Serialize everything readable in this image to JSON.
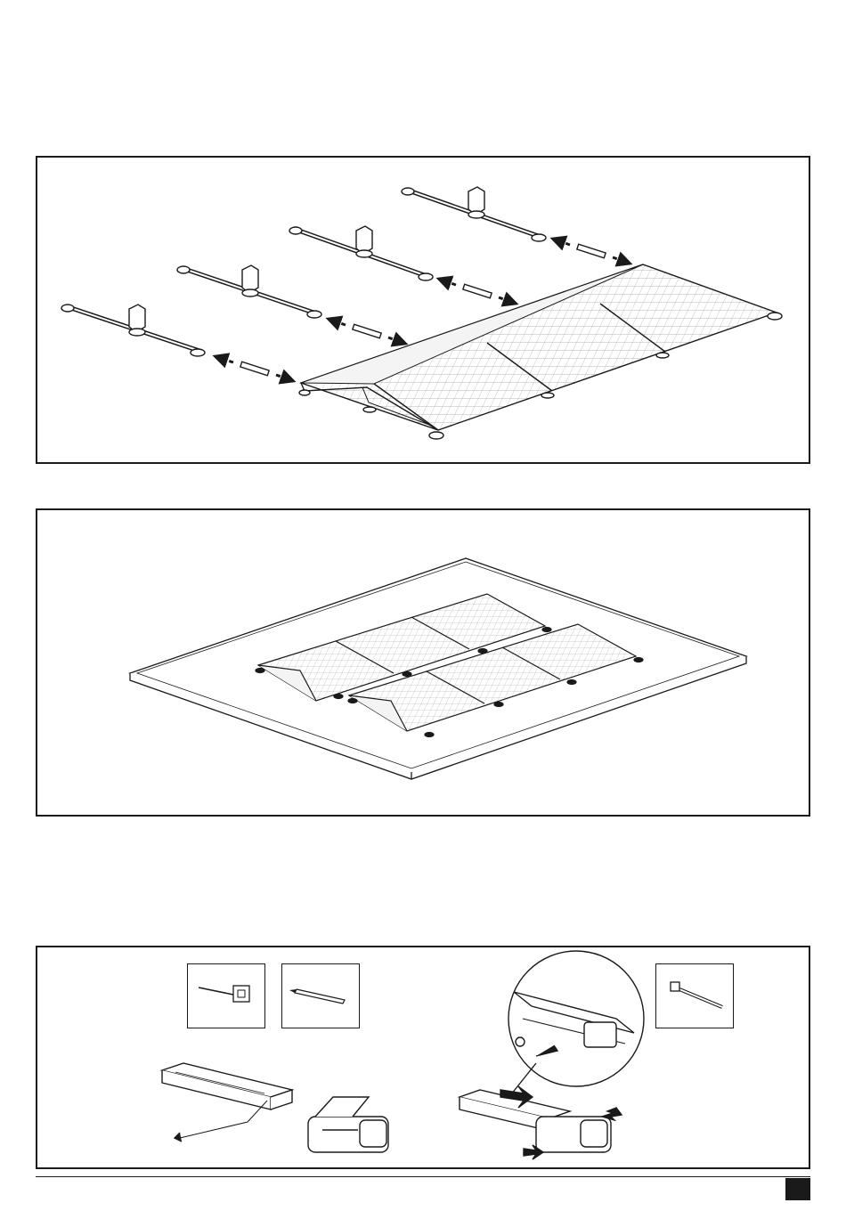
{
  "document": {
    "type": "assembly-instructions",
    "figures": [
      {
        "id": "ballast-rail-assembly",
        "icons": []
      },
      {
        "id": "installed-array-overview",
        "icons": []
      },
      {
        "id": "rail-connector-assembly",
        "icons": [
          "measuring-tape-icon",
          "pencil-icon",
          "screwdriver-icon"
        ]
      }
    ]
  },
  "colors": {
    "line": "#1a1a1a",
    "panel-fill": "#ffffff",
    "cell-grid": "#9a9a9a",
    "marker": "#1a1a1a"
  }
}
